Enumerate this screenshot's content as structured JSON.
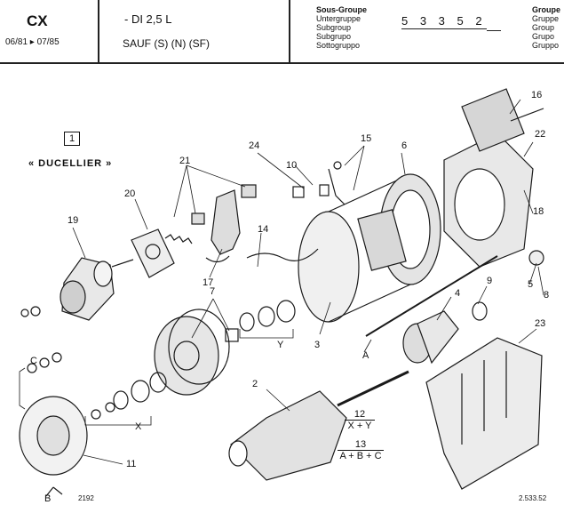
{
  "header": {
    "model": "CX",
    "dates": "06/81 ▸ 07/85",
    "engine_line": "- DI 2,5 L",
    "variant_line": "SAUF (S) (N) (SF)",
    "subgroup_labels": [
      "Sous-Groupe",
      "Untergruppe",
      "Subgroup",
      "Subgrupo",
      "Sottogruppo"
    ],
    "group_code": "5 3 3 5 2",
    "group_labels": [
      "Groupe",
      "Gruppe",
      "Group",
      "Grupo",
      "Gruppo"
    ]
  },
  "diagram": {
    "box_number": "1",
    "brand": "« DUCELLIER »",
    "callouts": {
      "c16": "16",
      "c22": "22",
      "c15": "15",
      "c6": "6",
      "c24": "24",
      "c10": "10",
      "c21": "21",
      "c20": "20",
      "c19": "19",
      "c14": "14",
      "c17": "17",
      "c18": "18",
      "c5": "5",
      "c8": "8",
      "c4": "4",
      "c9": "9",
      "c7": "7",
      "cY": "Y",
      "c3": "3",
      "cA": "A",
      "c23": "23",
      "cC": "C",
      "c2": "2",
      "cX": "X",
      "c11": "11",
      "cB": "B"
    },
    "formula1": {
      "num": "12",
      "expr": "X + Y"
    },
    "formula2": {
      "num": "13",
      "expr": "A + B + C"
    },
    "drawing_ref": "2192",
    "page_ref": "2.533.52"
  }
}
